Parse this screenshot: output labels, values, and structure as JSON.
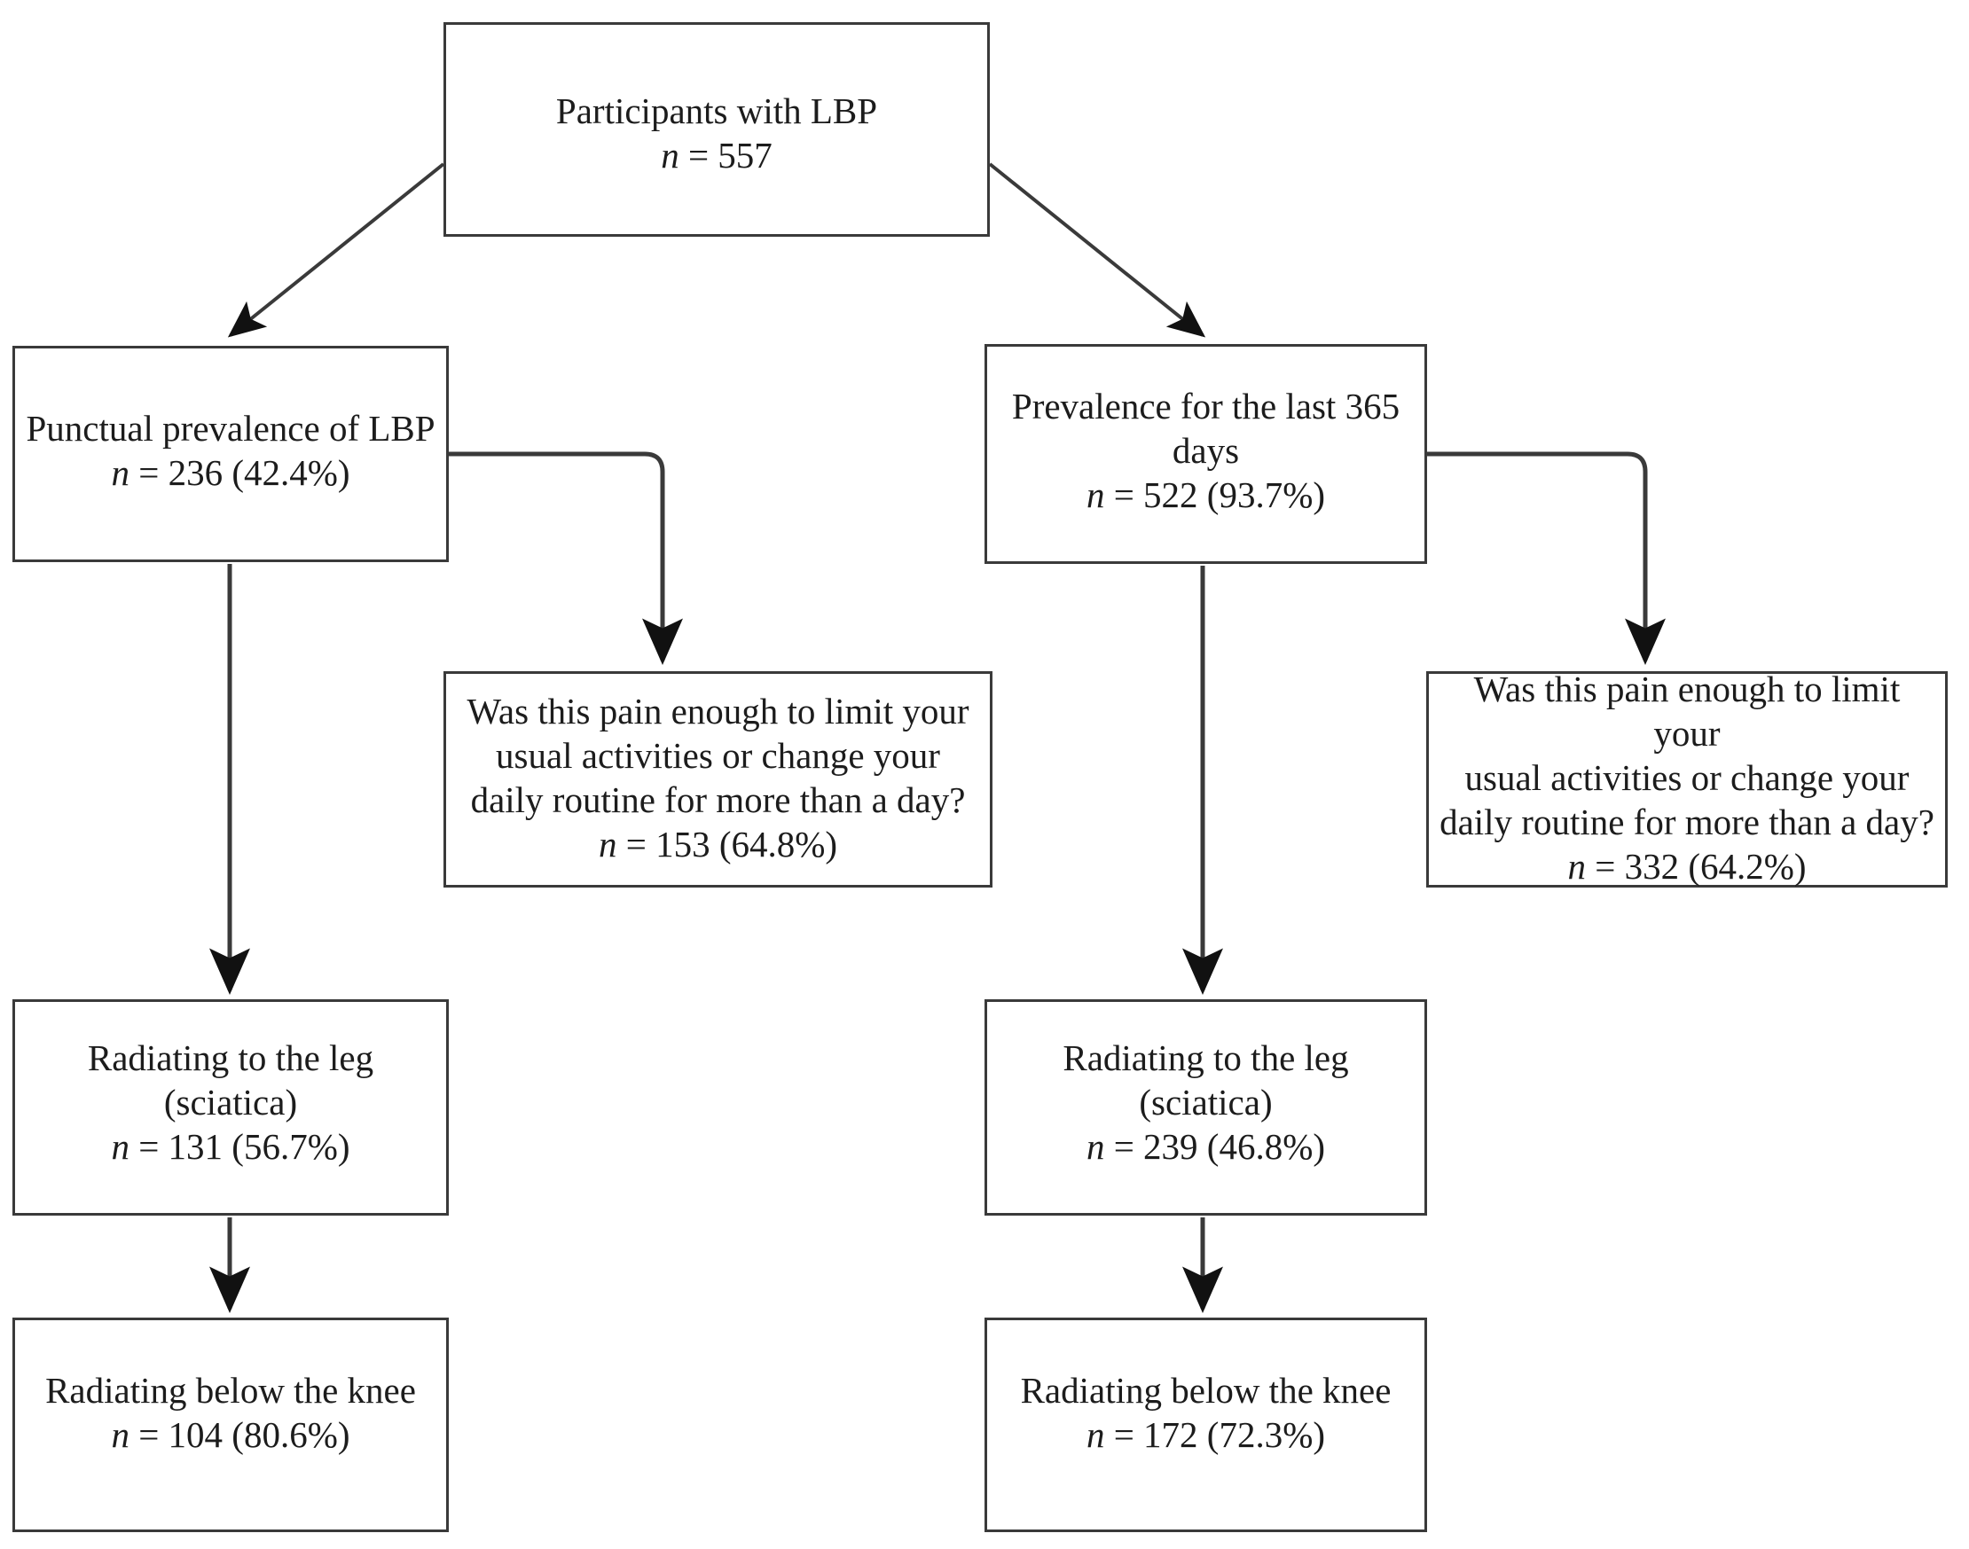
{
  "diagram": {
    "title": "LBP prevalence flow diagram",
    "type": "flowchart",
    "line_color": "#3a3a3a",
    "text_color": "#1c1c1c",
    "background": "#ffffff"
  },
  "nodes": {
    "root": {
      "label": "Participants with LBP",
      "stat_var": "n",
      "stat_value": " = 557"
    },
    "punctual": {
      "label": "Punctual prevalence of LBP",
      "stat_var": "n",
      "stat_value": " = 236 (42.4%)"
    },
    "annual": {
      "label": "Prevalence for the last 365\ndays",
      "stat_var": "n",
      "stat_value": " = 522 (93.7%)"
    },
    "question_left": {
      "label": "Was this pain enough to limit your\nusual activities or change your\ndaily routine for more than a day?",
      "stat_var": "n",
      "stat_value": " = 153 (64.8%)"
    },
    "question_right": {
      "label": "Was this pain enough to limit your\nusual activities or change your\ndaily routine for more than a day?",
      "stat_var": "n",
      "stat_value": " = 332 (64.2%)"
    },
    "sciatica_left": {
      "label": "Radiating to the leg\n(sciatica)",
      "stat_var": "n",
      "stat_value": " = 131 (56.7%)"
    },
    "sciatica_right": {
      "label": "Radiating to the leg\n(sciatica)",
      "stat_var": "n",
      "stat_value": " = 239 (46.8%)"
    },
    "knee_left": {
      "label": "Radiating below the knee",
      "stat_var": "n",
      "stat_value": " = 104 (80.6%)"
    },
    "knee_right": {
      "label": "Radiating below the knee",
      "stat_var": "n",
      "stat_value": " = 172 (72.3%)"
    }
  },
  "edges": [
    {
      "from": "root",
      "to": "punctual",
      "style": "diagonal-arrow"
    },
    {
      "from": "root",
      "to": "annual",
      "style": "diagonal-arrow"
    },
    {
      "from": "punctual",
      "to": "question_left",
      "style": "elbow-arrow"
    },
    {
      "from": "punctual",
      "to": "sciatica_left",
      "style": "straight-arrow"
    },
    {
      "from": "sciatica_left",
      "to": "knee_left",
      "style": "straight-arrow"
    },
    {
      "from": "annual",
      "to": "question_right",
      "style": "elbow-arrow"
    },
    {
      "from": "annual",
      "to": "sciatica_right",
      "style": "straight-arrow"
    },
    {
      "from": "sciatica_right",
      "to": "knee_right",
      "style": "straight-arrow"
    }
  ]
}
